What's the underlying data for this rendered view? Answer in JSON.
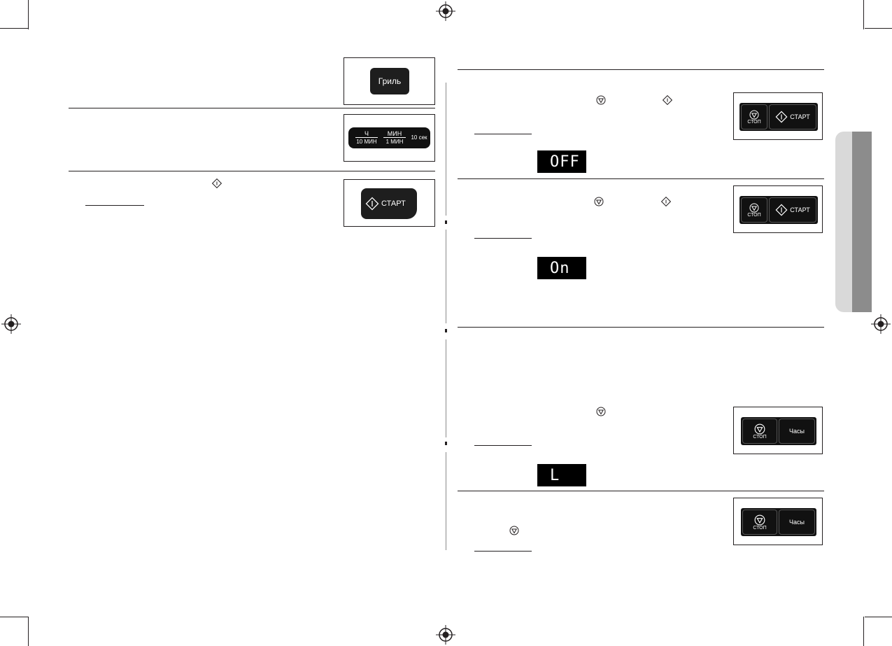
{
  "grill_button": {
    "label": "Гриль"
  },
  "time_panel": {
    "hours_label": "Ч",
    "ten_min_label": "10 МИН",
    "min_label": "МИН",
    "one_min_label": "1 МИН",
    "ten_sec_label": "10 сек"
  },
  "start_button": {
    "label": "СТАРТ"
  },
  "stop_start_panel_1": {
    "stop_label": "СТОП",
    "start_label": "СТАРТ"
  },
  "display_1": {
    "text": "OFF"
  },
  "stop_start_panel_2": {
    "stop_label": "СТОП",
    "start_label": "СТАРТ"
  },
  "display_2": {
    "text": "On"
  },
  "stop_clock_panel_1": {
    "stop_label": "СТОП",
    "clock_label": "Часы"
  },
  "display_3": {
    "text": "L"
  },
  "stop_clock_panel_2": {
    "stop_label": "СТОП",
    "clock_label": "Часы"
  }
}
